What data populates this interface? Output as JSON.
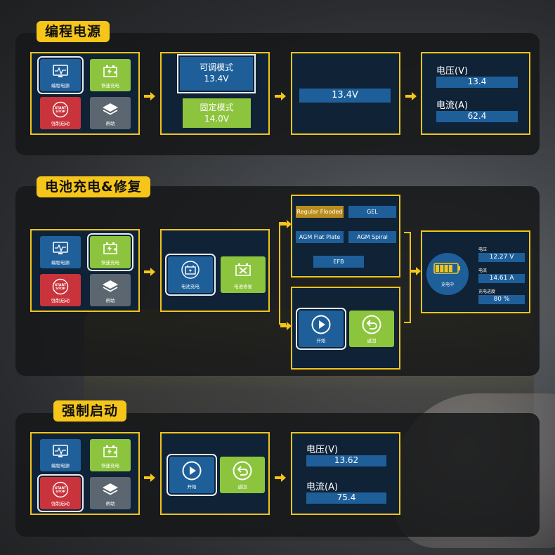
{
  "sections": {
    "programmable": {
      "title": "编程电源"
    },
    "charge_repair": {
      "title": "电池充电&修复"
    },
    "jump_start": {
      "title": "强制启动"
    }
  },
  "menu": {
    "programmable_power": "编程电源",
    "fast_charge": "快速充电",
    "jump_start": "强制启动",
    "help": "帮助",
    "start_stop_line1": "START",
    "start_stop_line2": "STOP"
  },
  "programmable": {
    "adjustable_mode": "可调模式",
    "adjustable_value": "13.4V",
    "fixed_mode": "固定模式",
    "fixed_value": "14.0V",
    "output_value": "13.4V",
    "voltage_label": "电压(V)",
    "voltage_value": "13.4",
    "current_label": "电流(A)",
    "current_value": "62.4"
  },
  "charge_repair": {
    "battery_charge": "电池充电",
    "battery_repair": "电池修复",
    "battery_types": [
      "Regular Flooded",
      "GEL",
      "AGM Flat Plate",
      "AGM Spiral",
      "EFB"
    ],
    "selected_type": "Regular Flooded",
    "start": "开始",
    "back": "返回",
    "charging_status": "充电中",
    "voltage_label": "电压",
    "voltage_value": "12.27  V",
    "current_label": "电流",
    "current_value": "14.61  A",
    "progress_label": "充电进度",
    "progress_value": "80  %",
    "progress": 0.8
  },
  "jump_start": {
    "start": "开始",
    "back": "返回",
    "voltage_label": "电压(V)",
    "voltage_value": "13.62",
    "current_label": "电流(A)",
    "current_value": "75.4"
  },
  "colors": {
    "accent": "#f5c51a",
    "screen": "#0d2239",
    "value_box": "#1e5f9a",
    "green": "#8cc43d",
    "red": "#c9333c"
  }
}
